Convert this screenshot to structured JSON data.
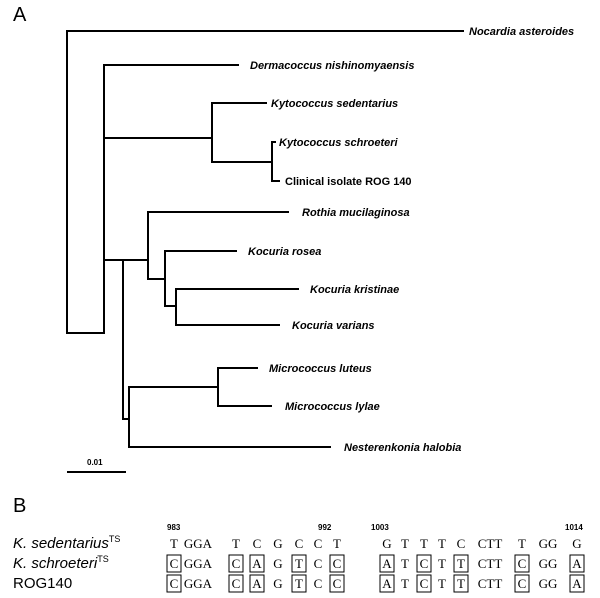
{
  "panels": {
    "a_label": "A",
    "b_label": "B"
  },
  "tree": {
    "scale_label": "0.01",
    "taxa": {
      "nocardia": "Nocardia asteroides",
      "dermacoccus": "Dermacoccus nishinomyaensis",
      "kyto_sed": "Kytococcus sedentarius",
      "kyto_sch": "Kytococcus schroeteri",
      "rog": "Clinical isolate ROG 140",
      "rothia": "Rothia mucilaginosa",
      "kocuria_rosea": "Kocuria rosea",
      "kocuria_kris": "Kocuria kristinae",
      "kocuria_var": "Kocuria varians",
      "micro_luteus": "Micrococcus luteus",
      "micro_lylae": "Micrococcus lylae",
      "nester": "Nesterenkonia halobia"
    }
  },
  "alignment": {
    "positions": {
      "p983": "983",
      "p992": "992",
      "p1003": "1003",
      "p1014": "1014"
    },
    "rows": [
      {
        "name": "K. sedentarius",
        "sup": "TS",
        "italic": true,
        "group1": [
          "T",
          "GGA",
          "T",
          "C",
          "G",
          "C",
          "C",
          "T"
        ],
        "group2": [
          "G",
          "T",
          "T",
          "T",
          "C",
          "CTT",
          "T",
          "GG",
          "G"
        ]
      },
      {
        "name": "K. schroeteri",
        "sup": "TS",
        "italic": true,
        "group1": [
          "C",
          "GGA",
          "C",
          "A",
          "G",
          "T",
          "C",
          "C"
        ],
        "group2": [
          "A",
          "T",
          "C",
          "T",
          "T",
          "CTT",
          "C",
          "GG",
          "A"
        ]
      },
      {
        "name": "ROG140",
        "sup": "",
        "italic": false,
        "group1": [
          "C",
          "GGA",
          "C",
          "A",
          "G",
          "T",
          "C",
          "C"
        ],
        "group2": [
          "A",
          "T",
          "C",
          "T",
          "T",
          "CTT",
          "C",
          "GG",
          "A"
        ]
      }
    ]
  }
}
